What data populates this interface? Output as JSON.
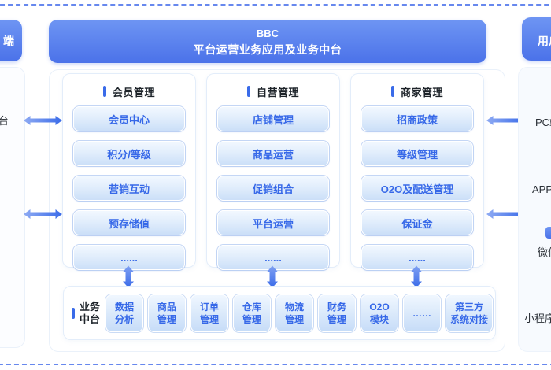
{
  "colors": {
    "accent_blue": "#3A6BE9",
    "header_gradient_top": "#6E95F3",
    "header_gradient_bottom": "#4B72E9",
    "button_text": "#3668E8",
    "dashed_border": "#6788EE",
    "title_text": "#1D2329"
  },
  "left_panel": {
    "header_label": "端",
    "item_fragment": "台"
  },
  "center": {
    "header": {
      "line1": "BBC",
      "line2": "平台运营业务应用及业务中台"
    },
    "cards": [
      {
        "title": "会员管理",
        "buttons": [
          "会员中心",
          "积分/等级",
          "营销互动",
          "预存储值",
          "......"
        ]
      },
      {
        "title": "自营管理",
        "buttons": [
          "店铺管理",
          "商品运营",
          "促销组合",
          "平台运营",
          "......"
        ]
      },
      {
        "title": "商家管理",
        "buttons": [
          "招商政策",
          "等级管理",
          "O2O及配送管理",
          "保证金",
          "......"
        ]
      }
    ],
    "bottom_bar": {
      "title_line1": "业务",
      "title_line2": "中台",
      "modules": [
        {
          "line1": "数据",
          "line2": "分析"
        },
        {
          "line1": "商品",
          "line2": "管理"
        },
        {
          "line1": "订单",
          "line2": "管理"
        },
        {
          "line1": "仓库",
          "line2": "管理"
        },
        {
          "line1": "物流",
          "line2": "管理"
        },
        {
          "line1": "财务",
          "line2": "管理"
        },
        {
          "line1": "O2O",
          "line2": "模块"
        },
        {
          "line1": "……",
          "line2": ""
        },
        {
          "line1": "第三方",
          "line2": "系统对接"
        }
      ]
    }
  },
  "right_panel": {
    "header_label": "用户",
    "items": [
      "PC端",
      "APP端",
      "微信",
      "小程序"
    ]
  }
}
